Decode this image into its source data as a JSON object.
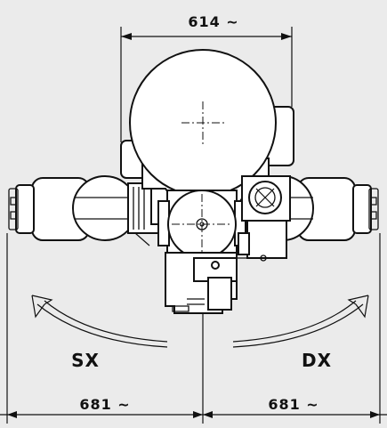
{
  "dimensions": {
    "top_width": "614 ~",
    "left_reach": "681 ~",
    "right_reach": "681 ~"
  },
  "directions": {
    "left": "SX",
    "right": "DX"
  },
  "colors": {
    "background": "#ebebeb",
    "line": "#111111",
    "fill": "#ffffff"
  }
}
